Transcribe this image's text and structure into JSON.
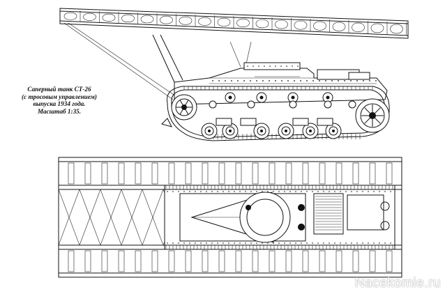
{
  "caption": {
    "line1": "Саперный танк СТ-26",
    "line2": "(с тросовым управлением)",
    "line3": "выпуска 1934 года.",
    "line4": "Масштаб 1:35."
  },
  "watermark": "Nacekomie.ru"
}
